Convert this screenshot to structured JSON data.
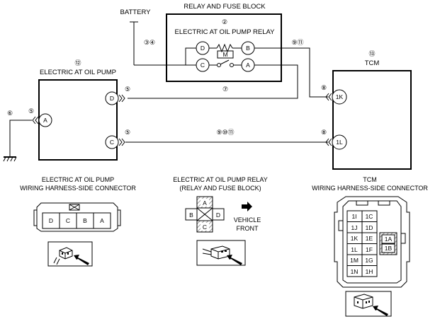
{
  "wiring": {
    "battery": "BATTERY",
    "relay_fuse_block": "RELAY AND FUSE BLOCK",
    "relay_num": "②",
    "relay_title": "ELECTRIC AT OIL PUMP RELAY",
    "pump_num": "⑫",
    "pump_title": "ELECTRIC AT OIL PUMP",
    "tcm_num": "⑬",
    "tcm_title": "TCM",
    "relay_pins": {
      "d": "D",
      "b": "B",
      "c": "C",
      "a": "A",
      "m": "M"
    },
    "pump_pins": {
      "a": "A",
      "d": "D",
      "c": "C"
    },
    "tcm_pins": {
      "k": "1K",
      "l": "1L"
    },
    "callouts": {
      "battery_wire": "③④",
      "relay_to_tcm": "⑨⑪",
      "tcm_num": "⑬",
      "pump_d": "⑤",
      "pump_c": "⑤",
      "pump_a": "⑤",
      "ground": "⑥",
      "wire_d": "⑦",
      "wire_c": "⑨⑩⑪",
      "tcm_k": "⑧",
      "tcm_l": "⑧"
    }
  },
  "connectors": {
    "pump": {
      "title1": "ELECTRIC AT OIL PUMP",
      "title2": "WIRING HARNESS-SIDE CONNECTOR",
      "pins": [
        "D",
        "C",
        "B",
        "A"
      ]
    },
    "relay": {
      "title1": "ELECTRIC AT OIL PUMP RELAY",
      "title2": "(RELAY AND FUSE BLOCK)",
      "pins": {
        "a": "A",
        "b": "B",
        "d": "D",
        "c": "C"
      },
      "front1": "VEHICLE",
      "front2": "FRONT"
    },
    "tcm": {
      "title1": "TCM",
      "title2": "WIRING HARNESS-SIDE CONNECTOR",
      "left_col": [
        "1I",
        "1J",
        "1K",
        "1L",
        "1M",
        "1N"
      ],
      "right_col": [
        "1C",
        "1D",
        "1E",
        "1F",
        "1G",
        "1H"
      ],
      "side": [
        "1A",
        "1B"
      ]
    }
  }
}
